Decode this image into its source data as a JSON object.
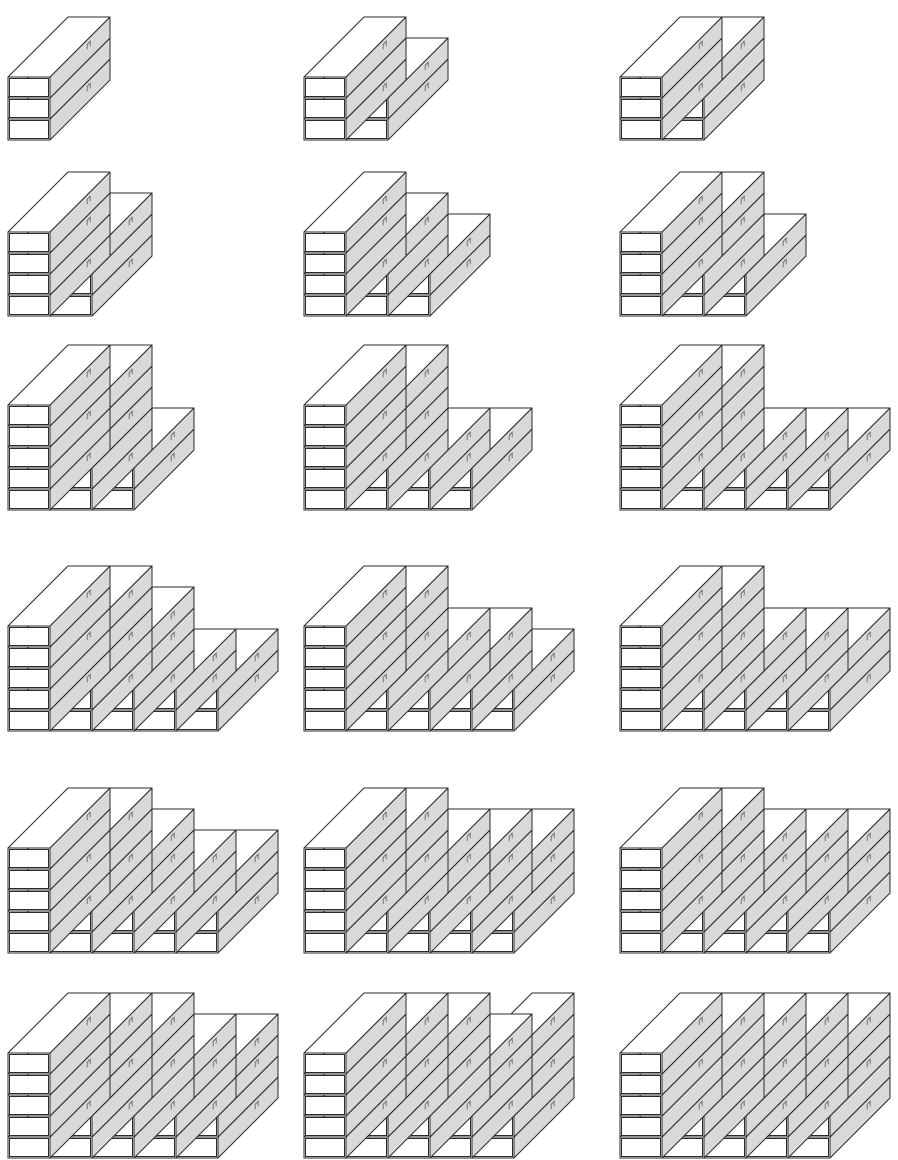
{
  "diagram": {
    "kind": "stacked rectangular blocks (isometric), 6 rows x 3 arrangements",
    "colors": {
      "face": "#ffffff",
      "side": "#d9d9d9",
      "edge": "#2a2a2a",
      "mark": "#6a6a6a"
    },
    "stacks": [
      {
        "id": 1,
        "columns": [
          3
        ]
      },
      {
        "id": 2,
        "columns": [
          3,
          2
        ]
      },
      {
        "id": 3,
        "columns": [
          3,
          3
        ]
      },
      {
        "id": 4,
        "columns": [
          4,
          3
        ]
      },
      {
        "id": 5,
        "columns": [
          4,
          3,
          2
        ]
      },
      {
        "id": 6,
        "columns": [
          4,
          4,
          2
        ]
      },
      {
        "id": 7,
        "columns": [
          5,
          5,
          2
        ]
      },
      {
        "id": 8,
        "columns": [
          5,
          5,
          2,
          2
        ]
      },
      {
        "id": 9,
        "columns": [
          5,
          5,
          2,
          2,
          2
        ]
      },
      {
        "id": 10,
        "columns": [
          5,
          5,
          4,
          2,
          2
        ]
      },
      {
        "id": 11,
        "columns": [
          5,
          5,
          3,
          3,
          2
        ]
      },
      {
        "id": 12,
        "columns": [
          5,
          5,
          3,
          3,
          3
        ]
      },
      {
        "id": 13,
        "columns": [
          5,
          5,
          4,
          3,
          3
        ]
      },
      {
        "id": 14,
        "columns": [
          5,
          5,
          4,
          4,
          4
        ]
      },
      {
        "id": 15,
        "columns": [
          5,
          5,
          4,
          4,
          4
        ]
      },
      {
        "id": 16,
        "columns": [
          5,
          5,
          5,
          4,
          4
        ]
      },
      {
        "id": 17,
        "columns": [
          5,
          5,
          5,
          4,
          5
        ]
      },
      {
        "id": 18,
        "columns": [
          5,
          5,
          5,
          5,
          5
        ]
      }
    ]
  }
}
